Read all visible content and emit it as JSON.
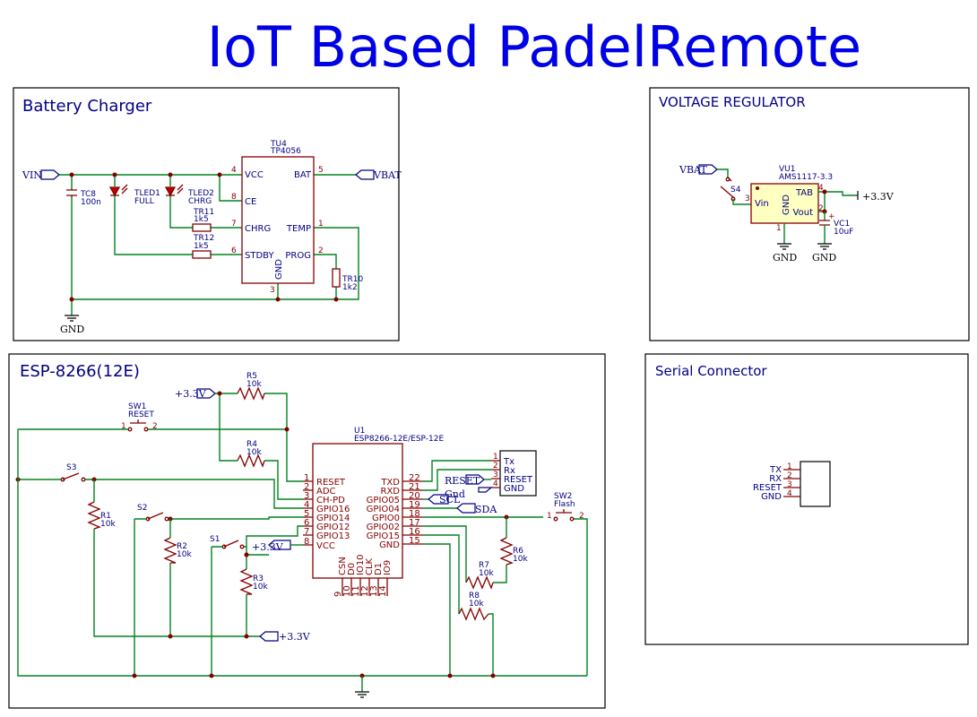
{
  "title": "IoT Based PadelRemote",
  "sections": {
    "battery_charger": "Battery Charger",
    "voltage_regulator": "VOLTAGE REGULATOR",
    "esp": "ESP-8266(12E)",
    "serial": "Serial Connector"
  },
  "nets": {
    "vin": "VIN",
    "vbat": "VBAT",
    "gnd": "GND",
    "v33": "+3.3V",
    "reset": "RESET",
    "gnd_lower": "Gnd",
    "scl": "SCL",
    "sda": "SDA"
  },
  "components": {
    "tu4": {
      "ref": "TU4",
      "value": "TP4056",
      "pins_left": [
        {
          "num": "4",
          "name": "VCC"
        },
        {
          "num": "8",
          "name": "CE"
        },
        {
          "num": "7",
          "name": "CHRG"
        },
        {
          "num": "6",
          "name": "STDBY"
        }
      ],
      "pins_right": [
        {
          "num": "5",
          "name": "BAT"
        },
        {
          "num": "1",
          "name": "TEMP"
        },
        {
          "num": "2",
          "name": "PROG"
        }
      ],
      "pin_bottom": {
        "num": "3",
        "name": "GND"
      }
    },
    "tc8": {
      "ref": "TC8",
      "value": "100n"
    },
    "tled1": {
      "ref": "TLED1",
      "value": "FULL"
    },
    "tled2": {
      "ref": "TLED2",
      "value": "CHRG"
    },
    "tr11": {
      "ref": "TR11",
      "value": "1k5"
    },
    "tr12": {
      "ref": "TR12",
      "value": "1k5"
    },
    "tr10": {
      "ref": "TR10",
      "value": "1k2"
    },
    "vu1": {
      "ref": "VU1",
      "value": "AMS1117-3.3",
      "pin_vin": "Vin",
      "pin_tab": "TAB",
      "pin_vout": "Vout",
      "pin_gnd": "GND",
      "num_vin": "3",
      "num_tab": "4",
      "num_vout": "2",
      "num_gnd": "1"
    },
    "vc1": {
      "ref": "VC1",
      "value": "10uF",
      "plus": "+"
    },
    "s4": {
      "ref": "S4"
    },
    "u1": {
      "ref": "U1",
      "value": "ESP8266-12E/ESP-12E",
      "left": [
        {
          "num": "1",
          "name": "RESET"
        },
        {
          "num": "2",
          "name": "ADC"
        },
        {
          "num": "3",
          "name": "CH-PD"
        },
        {
          "num": "4",
          "name": "GPIO16"
        },
        {
          "num": "5",
          "name": "GPIO14"
        },
        {
          "num": "6",
          "name": "GPIO12"
        },
        {
          "num": "7",
          "name": "GPIO13"
        },
        {
          "num": "8",
          "name": "VCC"
        }
      ],
      "right": [
        {
          "num": "22",
          "name": "TXD"
        },
        {
          "num": "21",
          "name": "RXD"
        },
        {
          "num": "20",
          "name": "GPIO05"
        },
        {
          "num": "19",
          "name": "GPIO04"
        },
        {
          "num": "18",
          "name": "GPIO0"
        },
        {
          "num": "17",
          "name": "GPIO02"
        },
        {
          "num": "16",
          "name": "GPIO15"
        },
        {
          "num": "15",
          "name": "GND"
        }
      ],
      "bottom": [
        {
          "num": "9",
          "name": "CSN"
        },
        {
          "num": "10",
          "name": "D0"
        },
        {
          "num": "11",
          "name": "IO10"
        },
        {
          "num": "12",
          "name": "CLK"
        },
        {
          "num": "13",
          "name": "D1"
        },
        {
          "num": "14",
          "name": "IO9"
        }
      ]
    },
    "r5": {
      "ref": "R5",
      "value": "10k"
    },
    "r4": {
      "ref": "R4",
      "value": "10k"
    },
    "r1": {
      "ref": "R1",
      "value": "10k"
    },
    "r2": {
      "ref": "R2",
      "value": "10k"
    },
    "r3": {
      "ref": "R3",
      "value": "10k"
    },
    "r6": {
      "ref": "R6",
      "value": "10k"
    },
    "r7": {
      "ref": "R7",
      "value": "10k"
    },
    "r8": {
      "ref": "R8",
      "value": "10k"
    },
    "sw1": {
      "ref": "SW1",
      "value": "RESET",
      "p1": "1",
      "p2": "2"
    },
    "sw2": {
      "ref": "SW2",
      "value": "Flash",
      "p1": "1",
      "p2": "2"
    },
    "s1": {
      "ref": "S1"
    },
    "s2": {
      "ref": "S2"
    },
    "s3": {
      "ref": "S3"
    },
    "conn_esp": {
      "pins": [
        {
          "num": "1",
          "name": "Tx"
        },
        {
          "num": "2",
          "name": "Rx"
        },
        {
          "num": "3",
          "name": "RESET"
        },
        {
          "num": "4",
          "name": "GND"
        }
      ]
    },
    "conn_serial": {
      "pins": [
        {
          "num": "1",
          "name": "TX"
        },
        {
          "num": "2",
          "name": "RX"
        },
        {
          "num": "3",
          "name": "RESET"
        },
        {
          "num": "4",
          "name": "GND"
        }
      ]
    }
  },
  "colors": {
    "wire": "#00841e",
    "component": "#840000",
    "label": "#000084",
    "title": "#0000e6"
  }
}
